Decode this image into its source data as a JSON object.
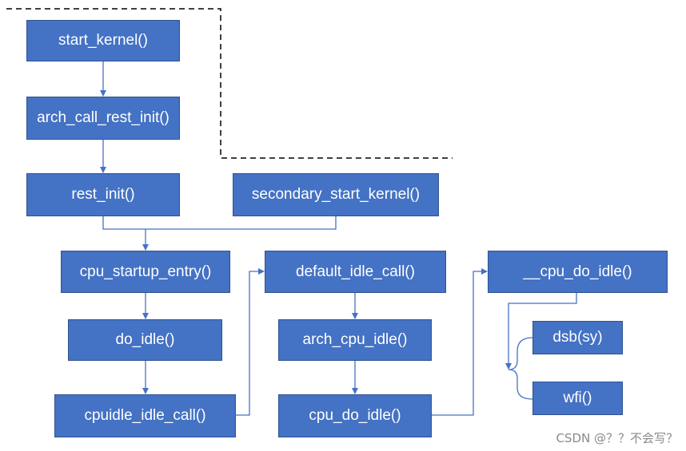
{
  "nodes": {
    "start_kernel": "start_kernel()",
    "arch_call_rest_init": "arch_call_rest_init()",
    "rest_init": "rest_init()",
    "secondary_start_kernel": "secondary_start_kernel()",
    "cpu_startup_entry": "cpu_startup_entry()",
    "do_idle": "do_idle()",
    "cpuidle_idle_call": "cpuidle_idle_call()",
    "default_idle_call": "default_idle_call()",
    "arch_cpu_idle": "arch_cpu_idle()",
    "cpu_do_idle_arch": "cpu_do_idle()",
    "cpu_do_idle_asm": "__cpu_do_idle()",
    "dsb": "dsb(sy)",
    "wfi": "wfi()"
  },
  "watermark": "CSDN @？？不会写？",
  "colors": {
    "box_fill": "#4472c4",
    "box_border": "#2f528f",
    "box_text": "#ffffff",
    "connector": "#4472c4",
    "dashed_line": "#000000"
  }
}
